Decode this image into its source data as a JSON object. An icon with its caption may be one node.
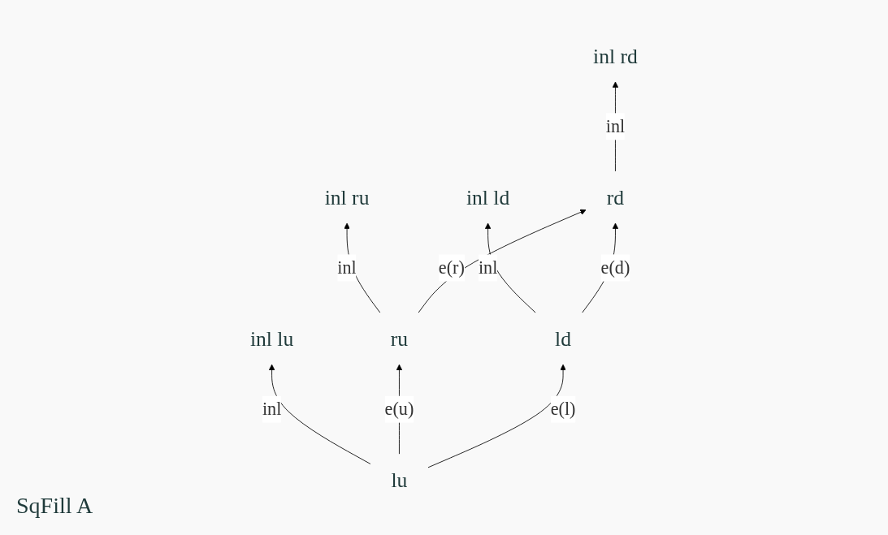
{
  "diagram": {
    "nodes": [
      {
        "text": [
          "inl lu"
        ]
      },
      {
        "text": [
          "inl ld"
        ]
      },
      {
        "text": [
          "inl ru"
        ]
      },
      {
        "text": [
          "inl rd"
        ]
      },
      {
        "text": [
          "lu"
        ]
      },
      {
        "text": [
          "ru"
        ]
      },
      {
        "text": [
          "ld"
        ]
      },
      {
        "text": [
          "rd"
        ]
      }
    ],
    "edges": [
      {
        "from": 4,
        "to": 0,
        "arrow": "to",
        "label": "inl"
      },
      {
        "from": 6,
        "to": 1,
        "arrow": "to",
        "label": "inl"
      },
      {
        "from": 5,
        "to": 2,
        "arrow": "to",
        "label": "inl"
      },
      {
        "from": 7,
        "to": 3,
        "arrow": "to",
        "label": "inl"
      },
      {
        "from": 4,
        "to": 5,
        "arrow": "to",
        "label": "e(u)"
      },
      {
        "from": 4,
        "to": 6,
        "arrow": "to",
        "label": "e(l)"
      },
      {
        "from": 5,
        "to": 7,
        "arrow": "to",
        "label": "e(r)"
      },
      {
        "from": 6,
        "to": 7,
        "arrow": "to",
        "label": "e(d)"
      }
    ],
    "labels": [
      "SqFill A"
    ]
  }
}
